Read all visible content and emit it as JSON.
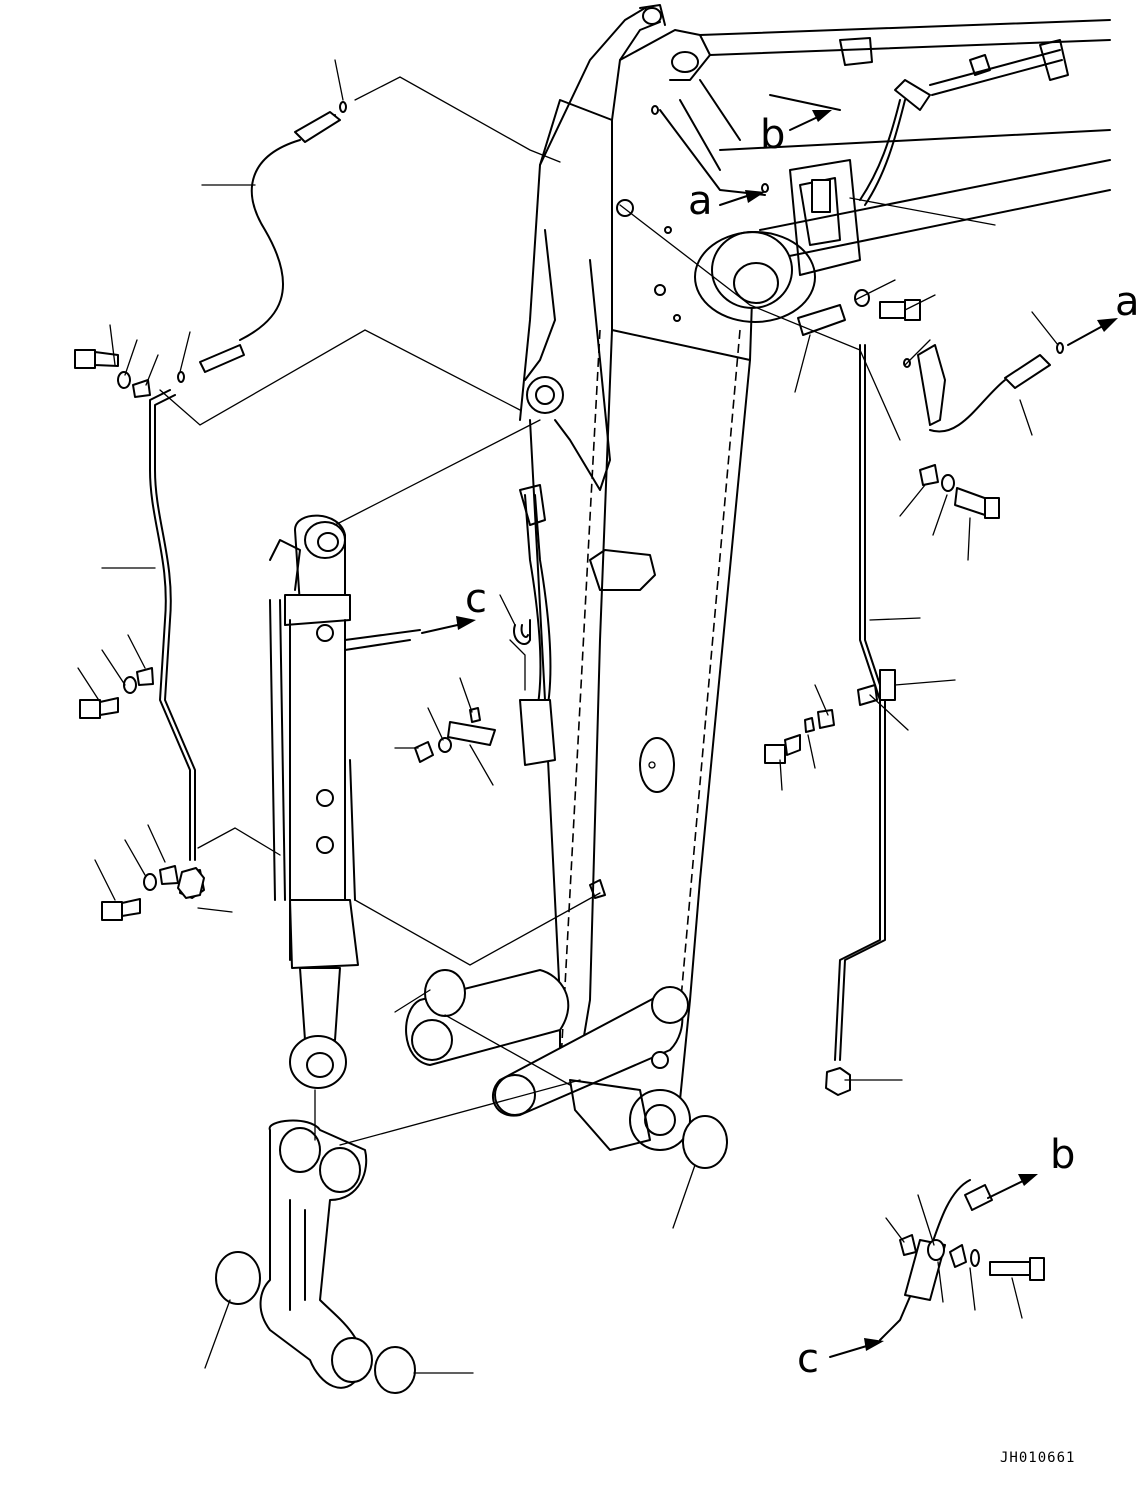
{
  "drawing_id": "JH010661",
  "callouts": {
    "a": "a",
    "b": "b",
    "c": "c"
  },
  "colors": {
    "line": "#000000",
    "background": "#ffffff"
  }
}
